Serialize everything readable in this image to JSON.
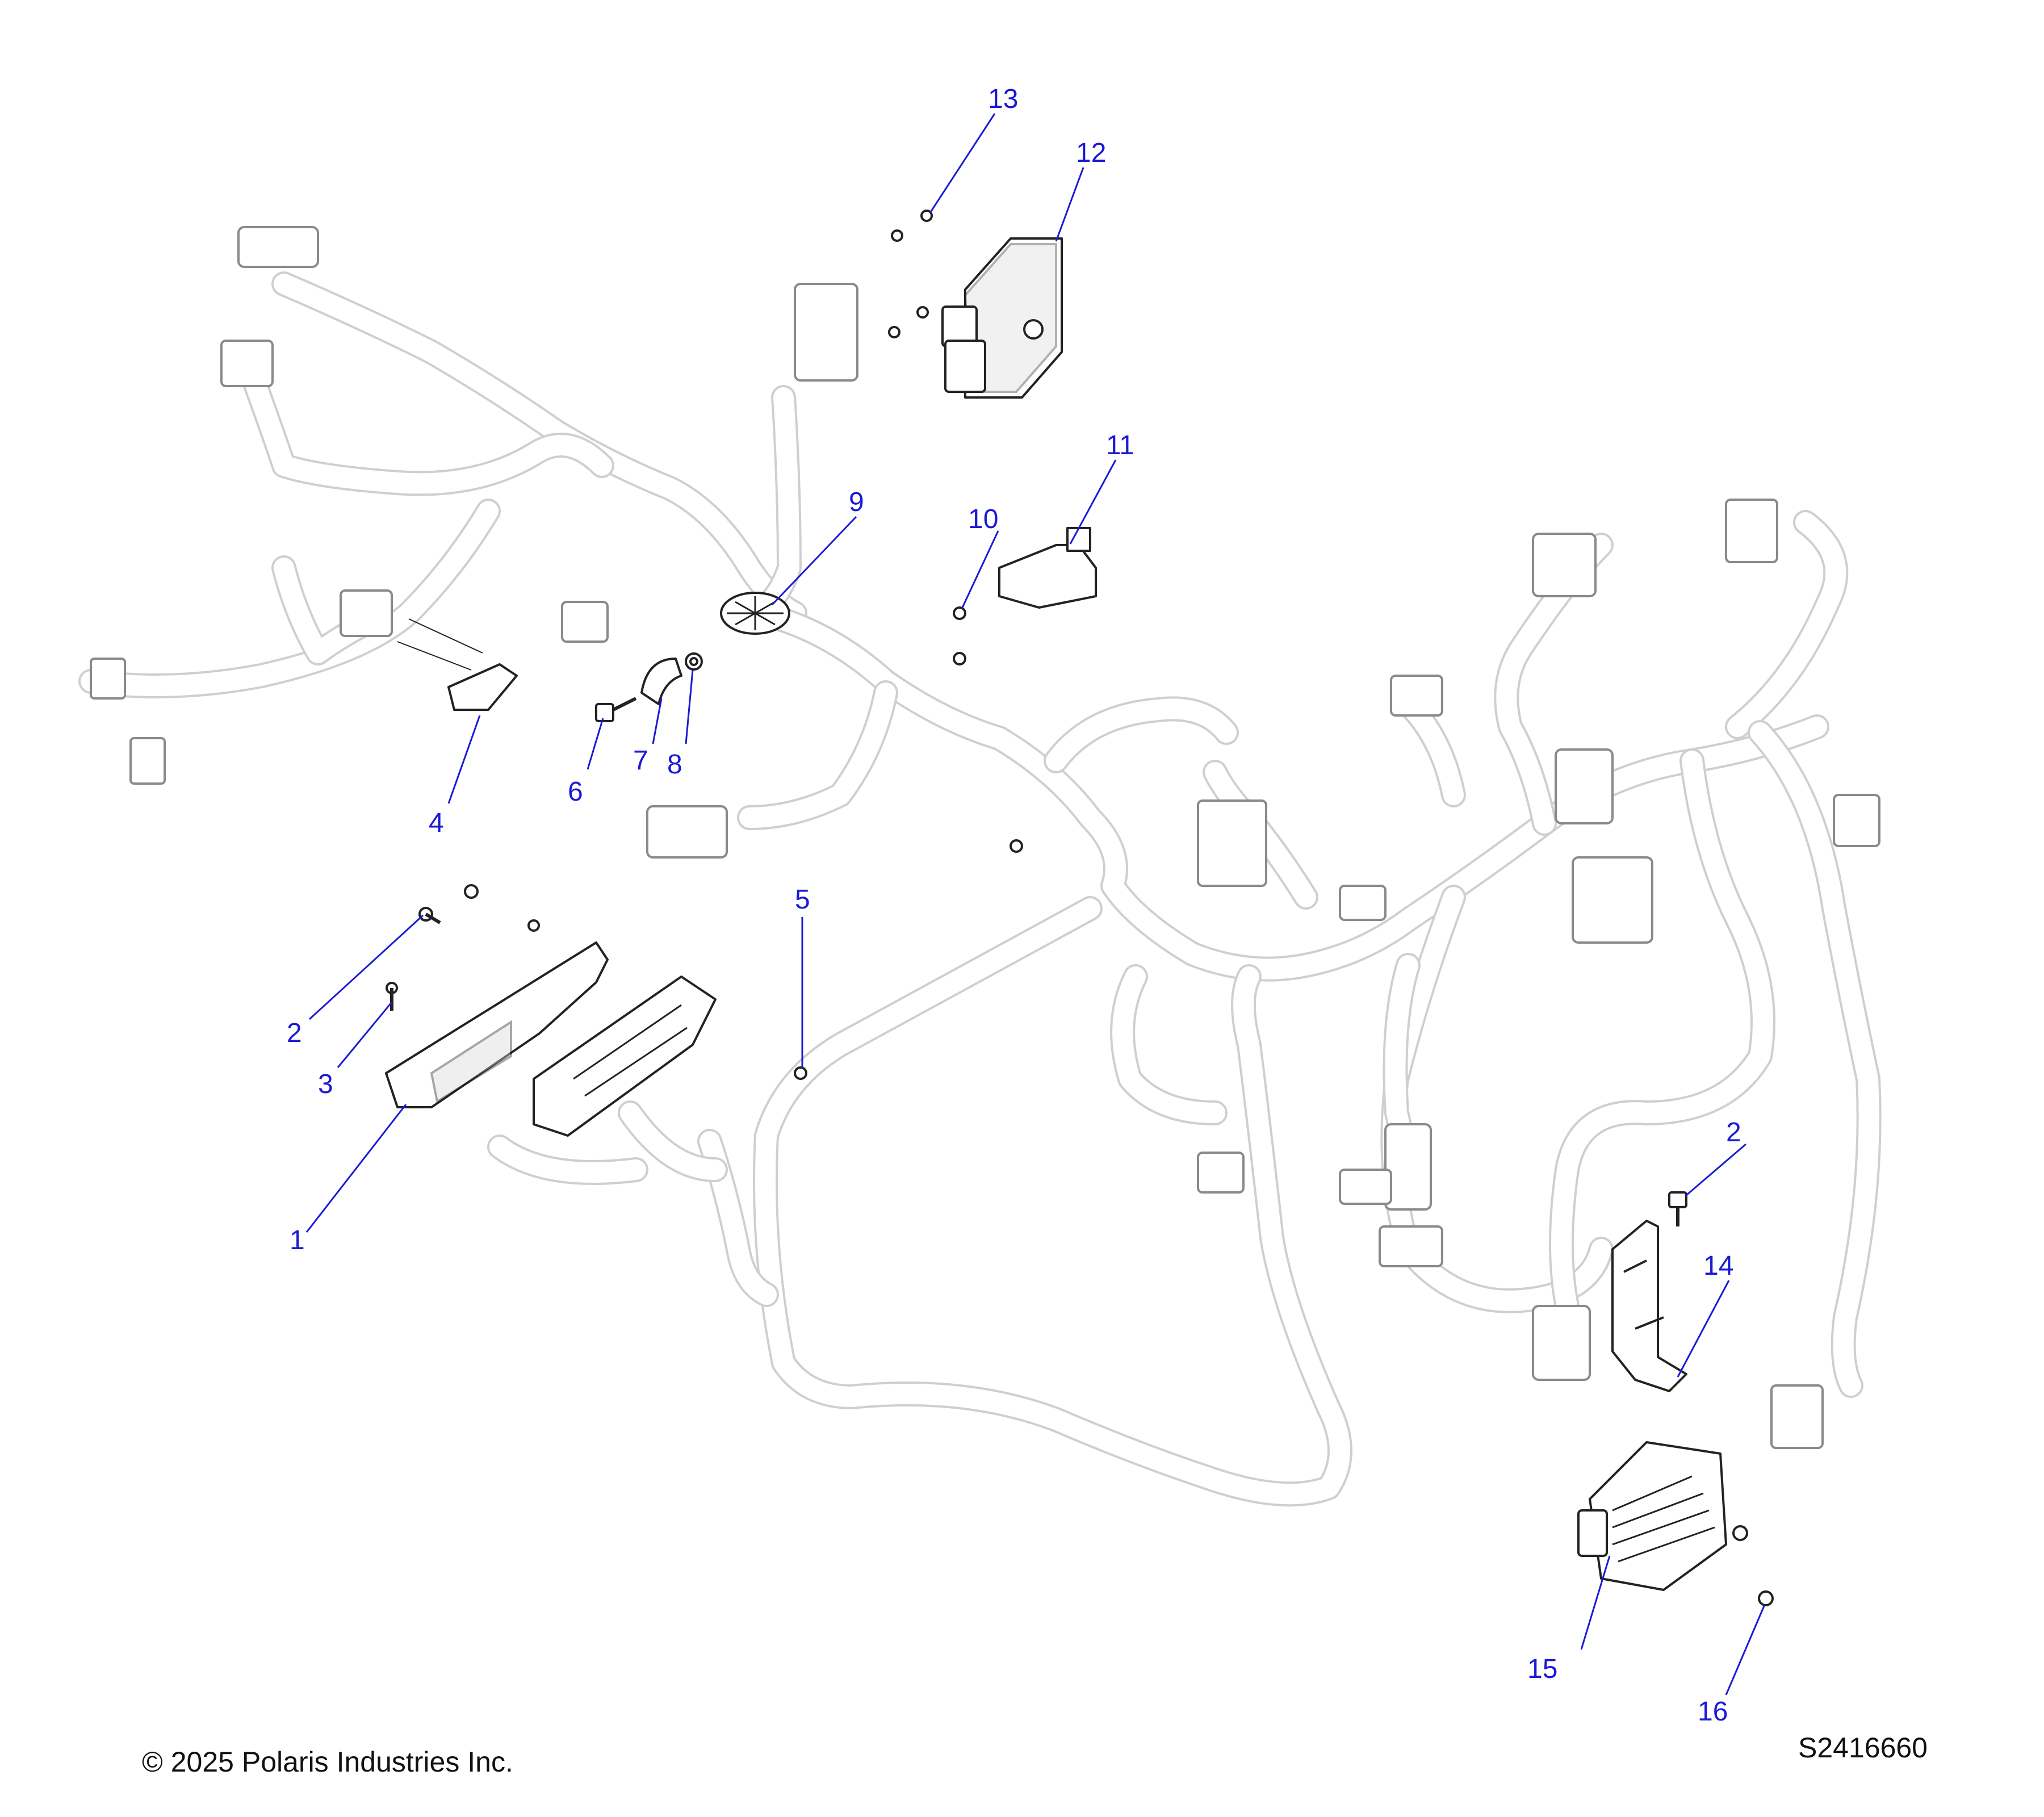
{
  "callouts": [
    {
      "id": "c1",
      "label": "1"
    },
    {
      "id": "c2a",
      "label": "2"
    },
    {
      "id": "c3",
      "label": "3"
    },
    {
      "id": "c4",
      "label": "4"
    },
    {
      "id": "c5",
      "label": "5"
    },
    {
      "id": "c6",
      "label": "6"
    },
    {
      "id": "c7",
      "label": "7"
    },
    {
      "id": "c8",
      "label": "8"
    },
    {
      "id": "c9",
      "label": "9"
    },
    {
      "id": "c10",
      "label": "10"
    },
    {
      "id": "c11",
      "label": "11"
    },
    {
      "id": "c12",
      "label": "12"
    },
    {
      "id": "c13",
      "label": "13"
    },
    {
      "id": "c2b",
      "label": "2"
    },
    {
      "id": "c14",
      "label": "14"
    },
    {
      "id": "c15",
      "label": "15"
    },
    {
      "id": "c16",
      "label": "16"
    }
  ],
  "footer": {
    "copyright": "© 2025 Polaris Industries Inc.",
    "drawing_number": "S2416660"
  },
  "colors": {
    "callout": "#1a1ad6",
    "harness_outline": "#cfcfcf",
    "part_outline": "#222222"
  }
}
